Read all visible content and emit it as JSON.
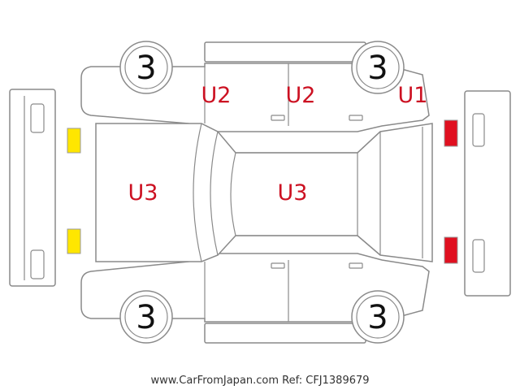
{
  "colors": {
    "outline": "#8a8a8a",
    "damage_code": "#cc1122",
    "front_lights": "#ffe600",
    "rear_lights": "#e01020"
  },
  "tires": {
    "front_left": "3",
    "rear_left": "3",
    "front_right": "3",
    "rear_right": "3"
  },
  "damage": {
    "rear_left_door": "U2",
    "front_left_door": "U2",
    "rear_left_fender": "U1",
    "hood": "U3",
    "roof": "U3"
  },
  "icons": {
    "front_lights": "headlight-icon",
    "rear_lights": "taillight-icon"
  },
  "footer": {
    "watermark": "www.CarFromJapan.com Ref: CFJ1389679"
  }
}
